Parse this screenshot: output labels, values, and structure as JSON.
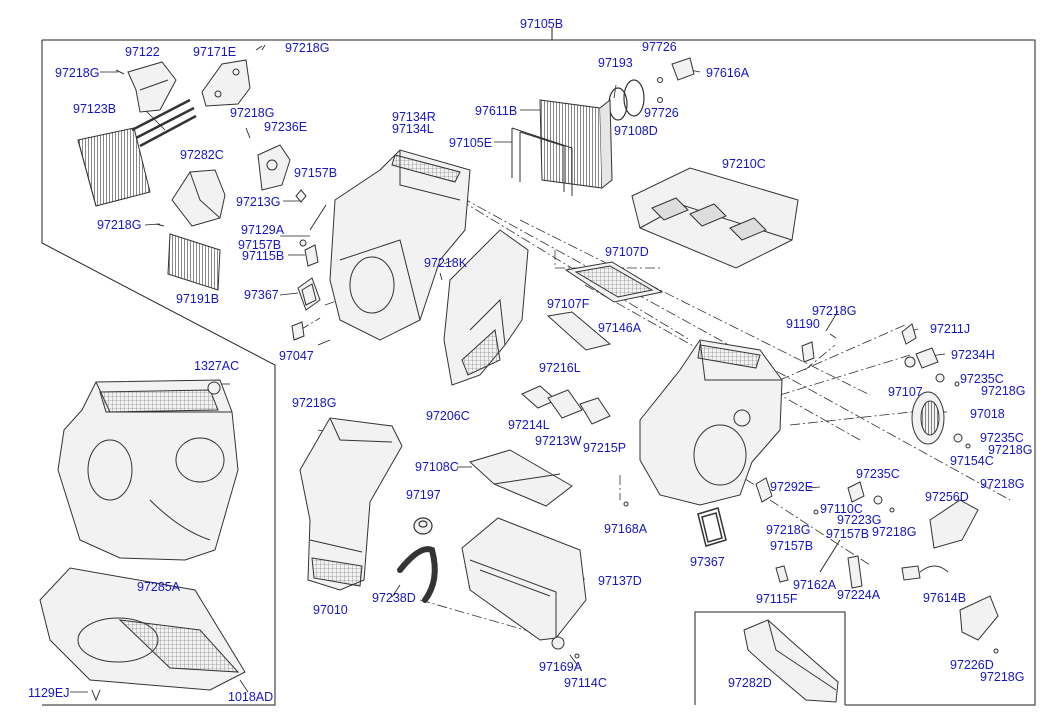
{
  "diagram": {
    "title": "97105B",
    "colors": {
      "label": "#1515c8",
      "line": "#222222",
      "part_fill": "#f2f2f2",
      "part_stroke": "#333333"
    },
    "labels": {
      "p97105B": "97105B",
      "p97122": "97122",
      "p97171E": "97171E",
      "p97218G_top": "97218G",
      "p97218G_left1": "97218G",
      "p97123B": "97123B",
      "p97218G_mid": "97218G",
      "p97236E": "97236E",
      "p97282C": "97282C",
      "p97157B_1": "97157B",
      "p97213G": "97213G",
      "p97218G_left2": "97218G",
      "p97129A": "97129A",
      "p97157B_2": "97157B",
      "p97115B": "97115B",
      "p97191B": "97191B",
      "p97367_1": "97367",
      "p97047": "97047",
      "p97134R": "97134R",
      "p97134L": "97134L",
      "p97218K": "97218K",
      "p97193": "97193",
      "p97726_1": "97726",
      "p97616A": "97616A",
      "p97611B": "97611B",
      "p97726_2": "97726",
      "p97108D": "97108D",
      "p97105E": "97105E",
      "p97210C": "97210C",
      "p97107D": "97107D",
      "p97107F": "97107F",
      "p97146A": "97146A",
      "p91190": "91190",
      "p97218G_r1": "97218G",
      "p97211J": "97211J",
      "p97234H": "97234H",
      "p97235C_1": "97235C",
      "p97107": "97107",
      "p97218G_r2": "97218G",
      "p97018": "97018",
      "p97235C_2": "97235C",
      "p97218G_r3": "97218G",
      "p97154C": "97154C",
      "p1327AC": "1327AC",
      "p97218G_duct": "97218G",
      "p97206C": "97206C",
      "p97216L": "97216L",
      "p97214L": "97214L",
      "p97213W": "97213W",
      "p97215P": "97215P",
      "p97108C": "97108C",
      "p97197": "97197",
      "p97168A": "97168A",
      "p97292E": "97292E",
      "p97235C_3": "97235C",
      "p97218G_r4": "97218G",
      "p97110C": "97110C",
      "p97256D": "97256D",
      "p97223G": "97223G",
      "p97218G_r5": "97218G",
      "p97218G_r6": "97218G",
      "p97157B_3": "97157B",
      "p97157B_4": "97157B",
      "p97367_2": "97367",
      "p97162A": "97162A",
      "p97224A": "97224A",
      "p97115F": "97115F",
      "p97614B": "97614B",
      "p97137D": "97137D",
      "p97238D": "97238D",
      "p97285A": "97285A",
      "p97010": "97010",
      "p97169A": "97169A",
      "p97114C": "97114C",
      "p97226D": "97226D",
      "p97218G_r7": "97218G",
      "p97282D": "97282D",
      "p1129EJ": "1129EJ",
      "p1018AD": "1018AD"
    }
  }
}
